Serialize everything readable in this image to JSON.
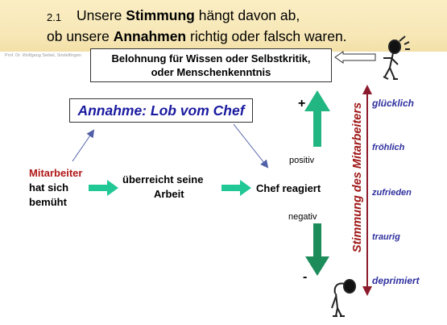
{
  "header": {
    "number": "2.1",
    "line1_pre": "Unsere ",
    "line1_bold": "Stimmung",
    "line1_post": " hängt davon ab,",
    "line2_pre": "ob unsere ",
    "line2_bold": "Annahmen",
    "line2_post": " richtig oder falsch waren.",
    "author": "Prof. Dr. Wolfgang Seibel, Sindelfingen"
  },
  "boxes": {
    "reward_line1": "Belohnung für Wissen oder Selbstkritik,",
    "reward_line2": "oder Menschenkenntnis",
    "assumption": "Annahme: Lob vom Chef"
  },
  "flow": {
    "employee_line1": "Mitarbeiter",
    "employee_line2": "hat sich",
    "employee_line3": "bemüht",
    "hands_line1": "überreicht seine",
    "hands_line2": "Arbeit",
    "boss": "Chef reagiert",
    "positive": "positiv",
    "negative": "negativ",
    "plus": "+",
    "minus": "-"
  },
  "mood_scale": {
    "axis_label": "Stimmung des Mitarbeiters",
    "levels": [
      "glücklich",
      "fröhlich",
      "zufrieden",
      "traurig",
      "deprimiert"
    ]
  },
  "colors": {
    "green_arrow": "#21c795",
    "positive_arrow": "#22b782",
    "negative_arrow": "#1d8c5b",
    "axis": "#8b1b2c",
    "blue_text": "#3030a0",
    "thin_arrow": "#5060a8",
    "header_bg": "#f7e7b6"
  }
}
